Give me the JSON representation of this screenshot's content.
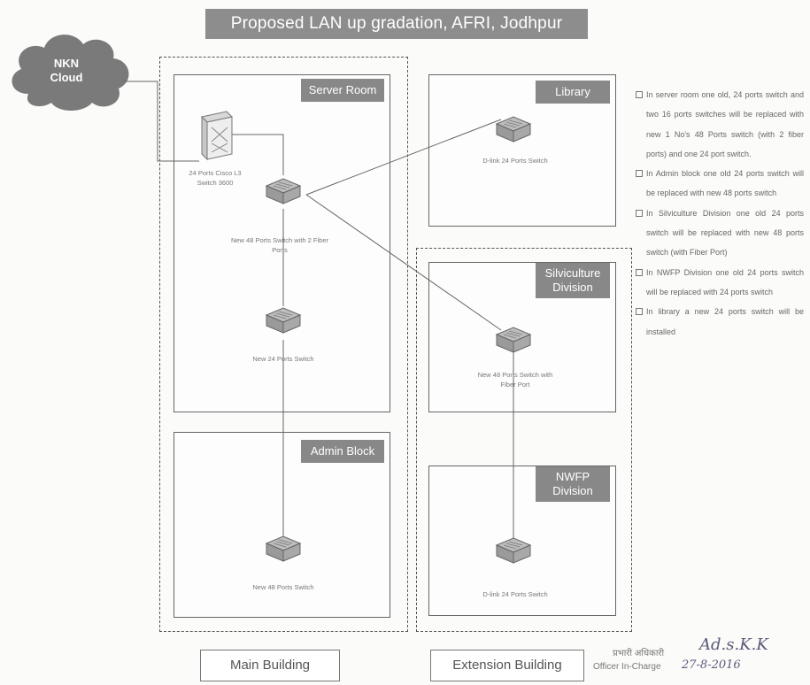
{
  "title": "Proposed LAN up gradation, AFRI, Jodhpur",
  "cloud": {
    "line1": "NKN",
    "line2": "Cloud"
  },
  "rooms": {
    "server_room": "Server Room",
    "admin_block": "Admin Block",
    "library": "Library",
    "silviculture": "Silviculture Division",
    "nwfp": "NWFP Division"
  },
  "devices": {
    "cisco_l3": "24 Ports Cisco L3 Switch 3600",
    "new48_server": "New 48 Ports Switch with 2 Fiber Ports",
    "new24_server": "New 24 Ports Switch",
    "new48_admin": "New 48 Ports Switch",
    "dlink_library": "D-link 24 Ports Switch",
    "new48_silvi": "New 48 Ports Switch with Fiber Port",
    "dlink_nwfp": "D-link 24 Ports Switch"
  },
  "buildings": {
    "main": "Main Building",
    "extension": "Extension Building"
  },
  "notes": [
    "In server room one old, 24 ports switch and two 16 ports switches will be replaced with new 1 No's 48 Ports switch (with 2 fiber ports) and one 24 port switch.",
    "In Admin block one old 24 ports switch will be replaced with new 48 ports switch",
    "In Silviculture Division one old 24 ports switch will be replaced with new 48 ports switch (with Fiber Port)",
    "In NWFP Division one old 24 ports switch will be replaced with 24 ports switch",
    "In library a new 24 ports switch will be installed"
  ],
  "stamp": {
    "hindi_label": "प्रभारी अधिकारी",
    "officer_label": "Officer In-Charge",
    "signature": "Ad.s.K.K",
    "date": "27-8-2016"
  },
  "icons": {
    "cloud": "cloud-icon",
    "switch": "network-switch-icon",
    "l3switch": "layer3-switch-icon"
  },
  "colors": {
    "title_bg": "#8d8d8d",
    "room_label_bg": "#888888",
    "cloud_fill": "#7a7a7a",
    "line_color": "#666666"
  }
}
